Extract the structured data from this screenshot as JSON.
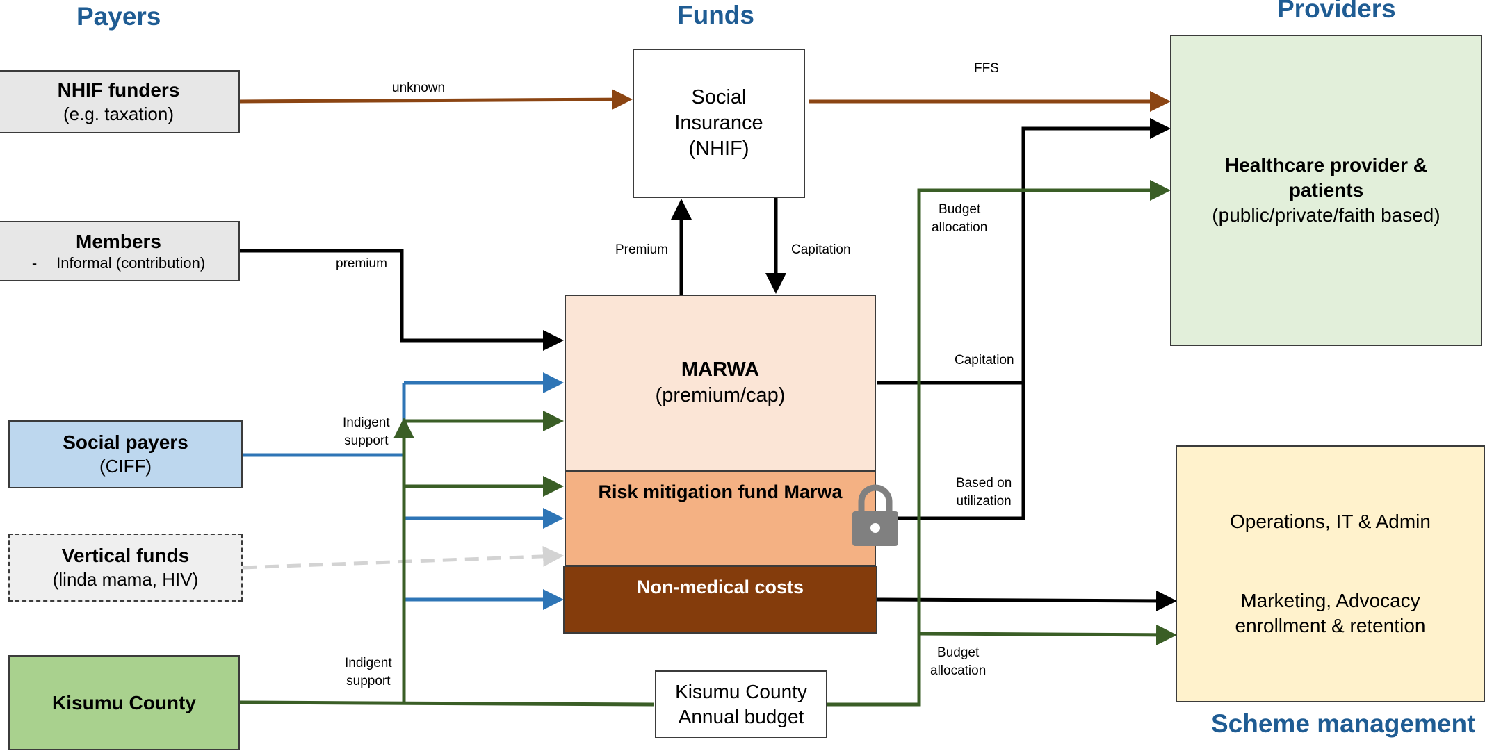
{
  "headers": {
    "payers": "Payers",
    "funds": "Funds",
    "providers": "Providers",
    "scheme": "Scheme management"
  },
  "payers": {
    "nhif": {
      "title": "NHIF funders",
      "sub": "(e.g. taxation)"
    },
    "members": {
      "title": "Members",
      "dash": "-",
      "sub": "Informal (contribution)"
    },
    "social": {
      "title": "Social payers",
      "sub": "(CIFF)"
    },
    "vertical": {
      "title": "Vertical funds",
      "sub": "(linda mama, HIV)"
    },
    "county": {
      "title": "Kisumu County"
    }
  },
  "funds": {
    "nhif": {
      "line1": "Social",
      "line2": "Insurance",
      "line3": "(NHIF)"
    },
    "marwa": {
      "title": "MARWA",
      "sub": "(premium/cap)"
    },
    "risk": {
      "title": "Risk mitigation fund Marwa"
    },
    "nonmed": {
      "title": "Non-medical costs"
    },
    "budget": {
      "line1": "Kisumu County",
      "line2": "Annual budget"
    }
  },
  "providers": {
    "healthcare": {
      "line1": "Healthcare provider &",
      "line2": "patients",
      "line3": "(public/private/faith based)"
    }
  },
  "scheme": {
    "ops": "Operations, IT & Admin",
    "marketing1": "Marketing, Advocacy",
    "marketing2": "enrollment & retention"
  },
  "labels": {
    "unknown": "unknown",
    "ffs": "FFS",
    "premium_lower": "premium",
    "premium_upper": "Premium",
    "capitation_top": "Capitation",
    "capitation_mid": "Capitation",
    "budget_top_1": "Budget",
    "budget_top_2": "allocation",
    "budget_bottom_1": "Budget",
    "budget_bottom_2": "allocation",
    "based_1": "Based on",
    "based_2": "utilization",
    "indigent_top_1": "Indigent",
    "indigent_top_2": "support",
    "indigent_bottom_1": "Indigent",
    "indigent_bottom_2": "support"
  },
  "colors": {
    "heading_blue": "#1f5c93",
    "nhif_flow_brown": "#8b4513",
    "social_blue": "#2e75b6",
    "county_green": "#3a5e26",
    "vertical_gray": "#d3d3d3",
    "payer_gray": "#e7e7e7",
    "social_fill": "#bdd7ee",
    "county_fill": "#a9d18e",
    "marwa_fill": "#fbe5d6",
    "risk_fill": "#f4b183",
    "nonmed_fill": "#843c0c",
    "provider_fill": "#e2efda",
    "scheme_fill": "#fff2cc",
    "lock_gray": "#808080"
  }
}
